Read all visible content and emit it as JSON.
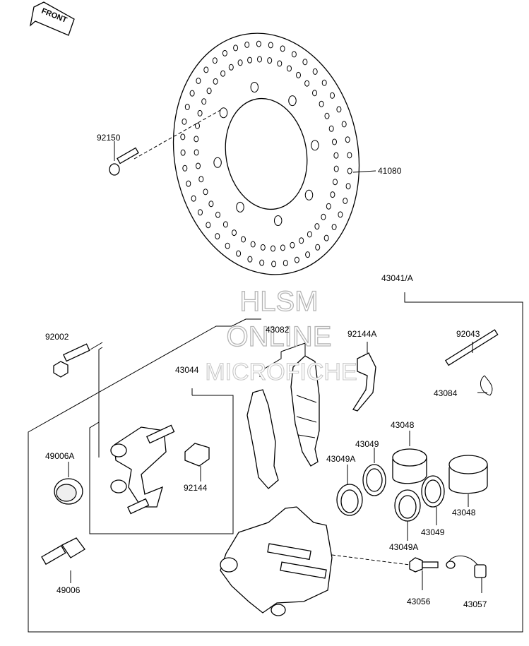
{
  "front_label": "FRONT",
  "watermark": {
    "line1": "HLSM",
    "line2": "ONLINE",
    "line3": "MICROFICHE"
  },
  "parts": {
    "p92150": "92150",
    "p41080": "41080",
    "p43041A": "43041/A",
    "p92002": "92002",
    "p43082": "43082",
    "p92144A": "92144A",
    "p92043": "92043",
    "p43084": "43084",
    "p43044": "43044",
    "p43048a": "43048",
    "p43049a": "43049",
    "p49006A": "49006A",
    "p43049Aa": "43049A",
    "p92144": "92144",
    "p43048b": "43048",
    "p43049b": "43049",
    "p43049Ab": "43049A",
    "p49006": "49006",
    "p43056": "43056",
    "p43057": "43057"
  }
}
